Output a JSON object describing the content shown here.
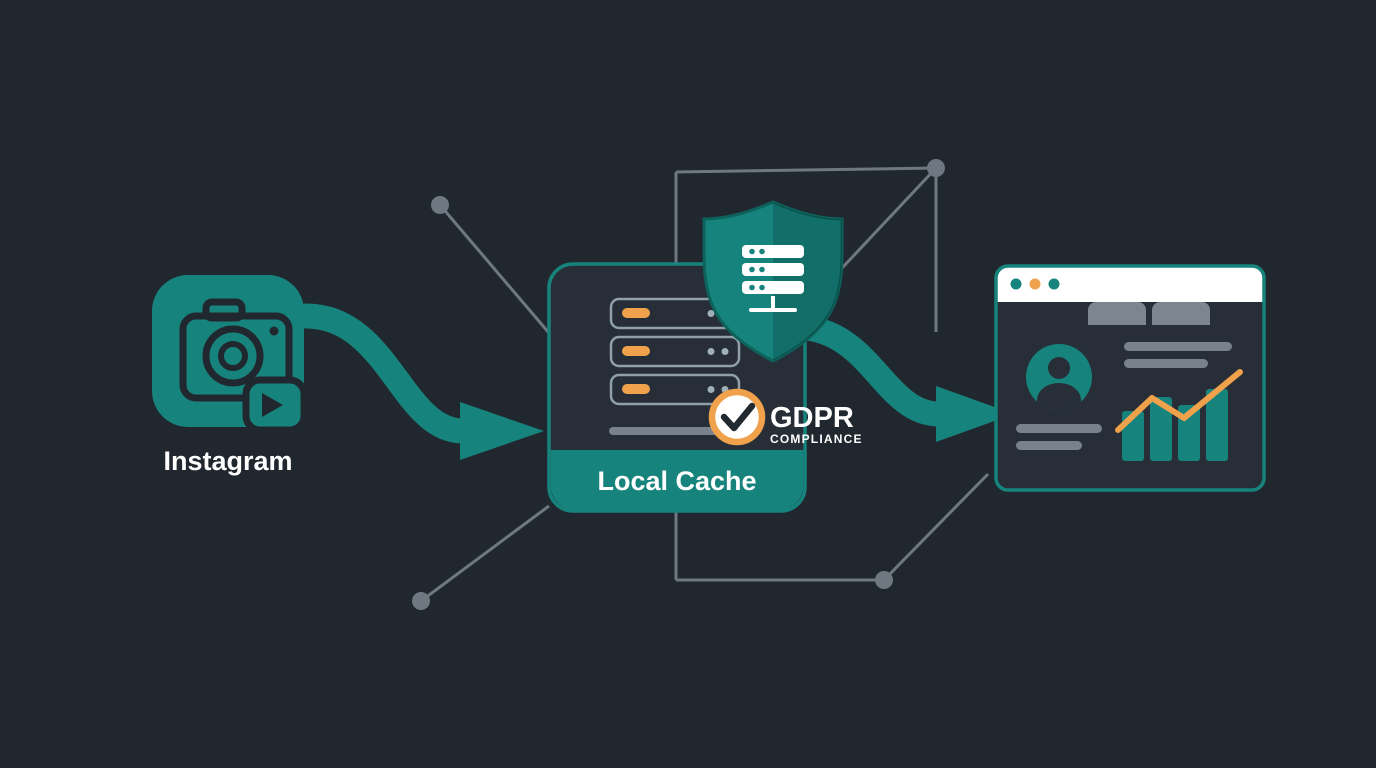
{
  "colors": {
    "background": "#21272e",
    "card": "#272e37",
    "teal": "#16847c",
    "teal_shade": "#0d625c",
    "orange": "#efa14b",
    "gray": "#79828c",
    "light": "#ffffff",
    "dark": "#21272e",
    "line_gray": "#6f7880"
  },
  "diagram": {
    "source": {
      "label": "Instagram"
    },
    "cache": {
      "label": "Local Cache"
    },
    "compliance": {
      "title": "GDPR",
      "subtitle": "COMPLIANCE"
    }
  },
  "icons": {
    "source": "camera-icon",
    "source_video": "play-icon",
    "protection": "shield-icon",
    "protected_storage": "server-icon",
    "compliance_check": "checkmark-icon",
    "dashboard_avatar": "user-icon",
    "dashboard_chart": "bar-chart-icon",
    "dashboard_trend": "trend-line-icon"
  }
}
